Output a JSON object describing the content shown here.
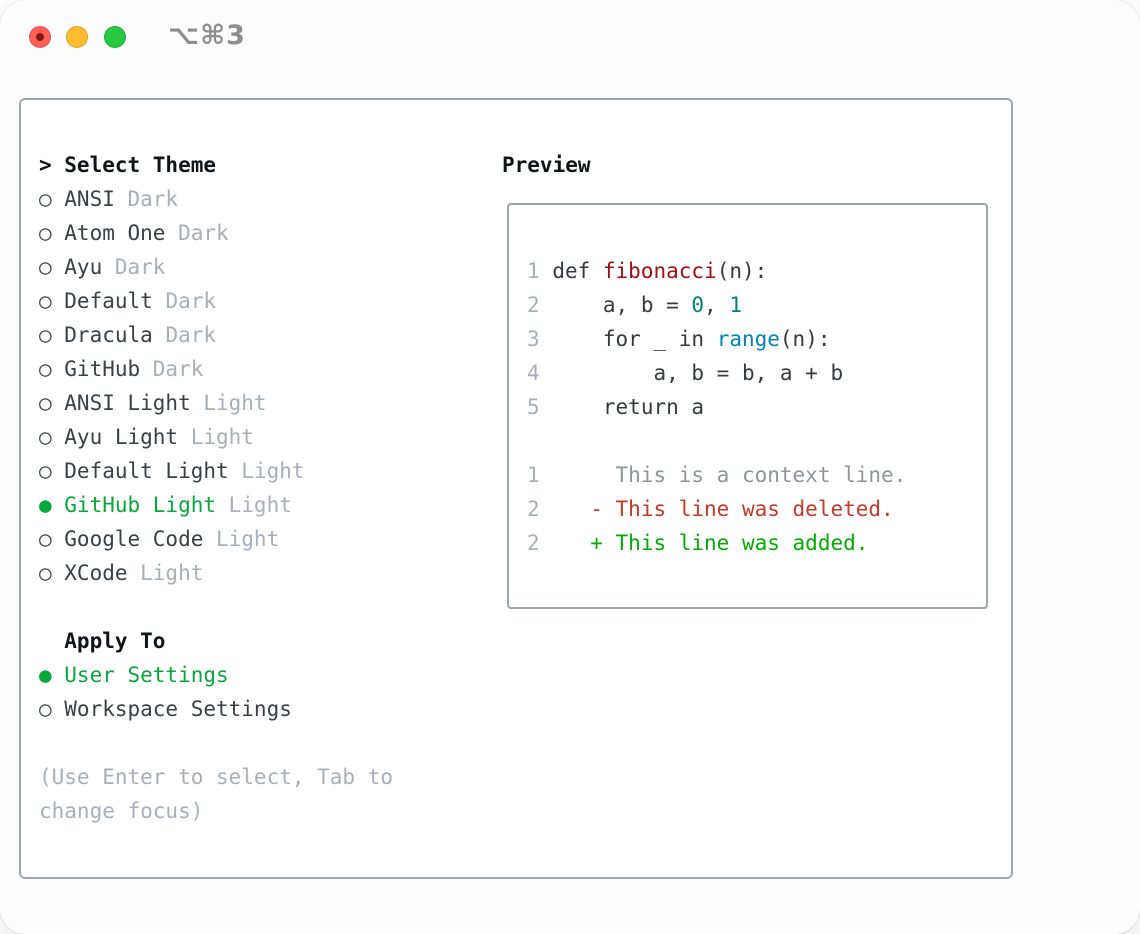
{
  "window": {
    "title": "⌥⌘3"
  },
  "traffic_lights": [
    {
      "name": "close",
      "color": "#ff5f57",
      "dot_color": "#7e1915"
    },
    {
      "name": "minimize",
      "color": "#febc2e"
    },
    {
      "name": "zoom",
      "color": "#28c840"
    }
  ],
  "glyphs": {
    "selected_bullet": "●",
    "unselected_bullet": "○"
  },
  "theme_list": {
    "header": "Select Theme",
    "header_prefix": ">",
    "items": [
      {
        "name": "ANSI",
        "variant": "Dark",
        "selected": false
      },
      {
        "name": "Atom One",
        "variant": "Dark",
        "selected": false
      },
      {
        "name": "Ayu",
        "variant": "Dark",
        "selected": false
      },
      {
        "name": "Default",
        "variant": "Dark",
        "selected": false
      },
      {
        "name": "Dracula",
        "variant": "Dark",
        "selected": false
      },
      {
        "name": "GitHub",
        "variant": "Dark",
        "selected": false
      },
      {
        "name": "ANSI Light",
        "variant": "Light",
        "selected": false
      },
      {
        "name": "Ayu Light",
        "variant": "Light",
        "selected": false
      },
      {
        "name": "Default Light",
        "variant": "Light",
        "selected": false
      },
      {
        "name": "GitHub Light",
        "variant": "Light",
        "selected": true
      },
      {
        "name": "Google Code",
        "variant": "Light",
        "selected": false
      },
      {
        "name": "XCode",
        "variant": "Light",
        "selected": false
      }
    ]
  },
  "apply_to": {
    "header": "Apply To",
    "options": [
      {
        "label": "User Settings",
        "selected": true
      },
      {
        "label": "Workspace Settings",
        "selected": false
      }
    ]
  },
  "hint": {
    "lines": [
      "(Use Enter to select, Tab to",
      "change focus)"
    ]
  },
  "preview": {
    "header": "Preview",
    "lines": [
      {
        "num": "1",
        "parts": [
          [
            "def ",
            "plain"
          ],
          [
            "fibonacci",
            "func"
          ],
          [
            "(n):",
            "plain"
          ]
        ]
      },
      {
        "num": "2",
        "parts": [
          [
            "    a, b = ",
            "plain"
          ],
          [
            "0",
            "num"
          ],
          [
            ", ",
            "plain"
          ],
          [
            "1",
            "num"
          ]
        ]
      },
      {
        "num": "3",
        "parts": [
          [
            "    for _ in ",
            "plain"
          ],
          [
            "range",
            "builtin"
          ],
          [
            "(n):",
            "plain"
          ]
        ]
      },
      {
        "num": "4",
        "parts": [
          [
            "        a, b = b, a + b",
            "plain"
          ]
        ]
      },
      {
        "num": "5",
        "parts": [
          [
            "    return a",
            "plain"
          ]
        ]
      },
      {
        "num": "",
        "parts": []
      },
      {
        "num": "1",
        "parts": [
          [
            "     This is a context line.",
            "context"
          ]
        ]
      },
      {
        "num": "2",
        "parts": [
          [
            "   - This line was deleted.",
            "deleted"
          ]
        ]
      },
      {
        "num": "2",
        "parts": [
          [
            "   + This line was added.",
            "added"
          ]
        ]
      }
    ]
  },
  "colors": {
    "accent-green": "#0aa83c",
    "added-green": "#00ad00",
    "deleted-red": "#c43a28",
    "func-red": "#9e100e",
    "number-teal": "#008080",
    "builtin-blue": "#0086b3",
    "code-plain": "#36393d",
    "text-dark": "#3a4046",
    "header-black": "#101418",
    "muted": "#a7afb9",
    "context-gray": "#8f959c",
    "border-gray": "#9da5ae",
    "titlebar-gray": "#8e8e8e",
    "light-red": "#ff5f57",
    "light-red-dot": "#7e1915",
    "light-yellow": "#febc2e",
    "light-green": "#28c840"
  }
}
